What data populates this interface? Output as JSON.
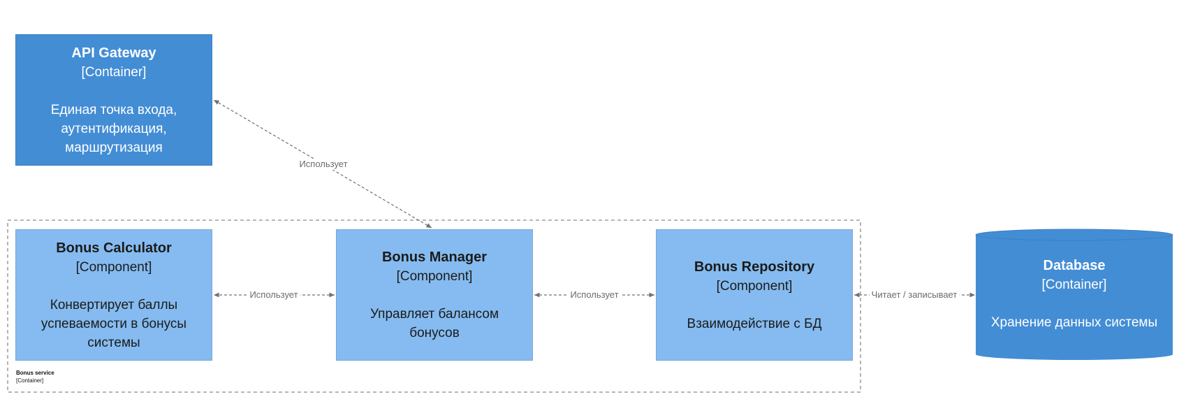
{
  "nodes": {
    "api_gateway": {
      "title": "API Gateway",
      "kind": "[Container]",
      "description": "Единая точка входа, аутентификация, маршрутизация"
    },
    "bonus_calculator": {
      "title": "Bonus Calculator",
      "kind": "[Component]",
      "description": "Конвертирует баллы успеваемости в бонусы системы"
    },
    "bonus_manager": {
      "title": "Bonus Manager",
      "kind": "[Component]",
      "description": "Управляет балансом бонусов"
    },
    "bonus_repository": {
      "title": "Bonus Repository",
      "kind": "[Component]",
      "description": "Взаимодействие с БД"
    },
    "database": {
      "title": "Database",
      "kind": "[Container]",
      "description": "Хранение данных системы"
    }
  },
  "boundary": {
    "title": "Bonus service",
    "kind": "[Container]"
  },
  "edges": [
    {
      "from": "bonus_manager",
      "to": "api_gateway",
      "label": "Использует",
      "style": "dashed"
    },
    {
      "from": "bonus_manager",
      "to": "bonus_calculator",
      "label": "Использует",
      "style": "dashed"
    },
    {
      "from": "bonus_manager",
      "to": "bonus_repository",
      "label": "Использует",
      "style": "dashed"
    },
    {
      "from": "bonus_repository",
      "to": "database",
      "label": "Читает / записывает",
      "style": "dashed"
    }
  ],
  "colors": {
    "container": "#438dd5",
    "component": "#85bbf0",
    "edge": "#707070",
    "boundary": "#8a8a8a"
  }
}
